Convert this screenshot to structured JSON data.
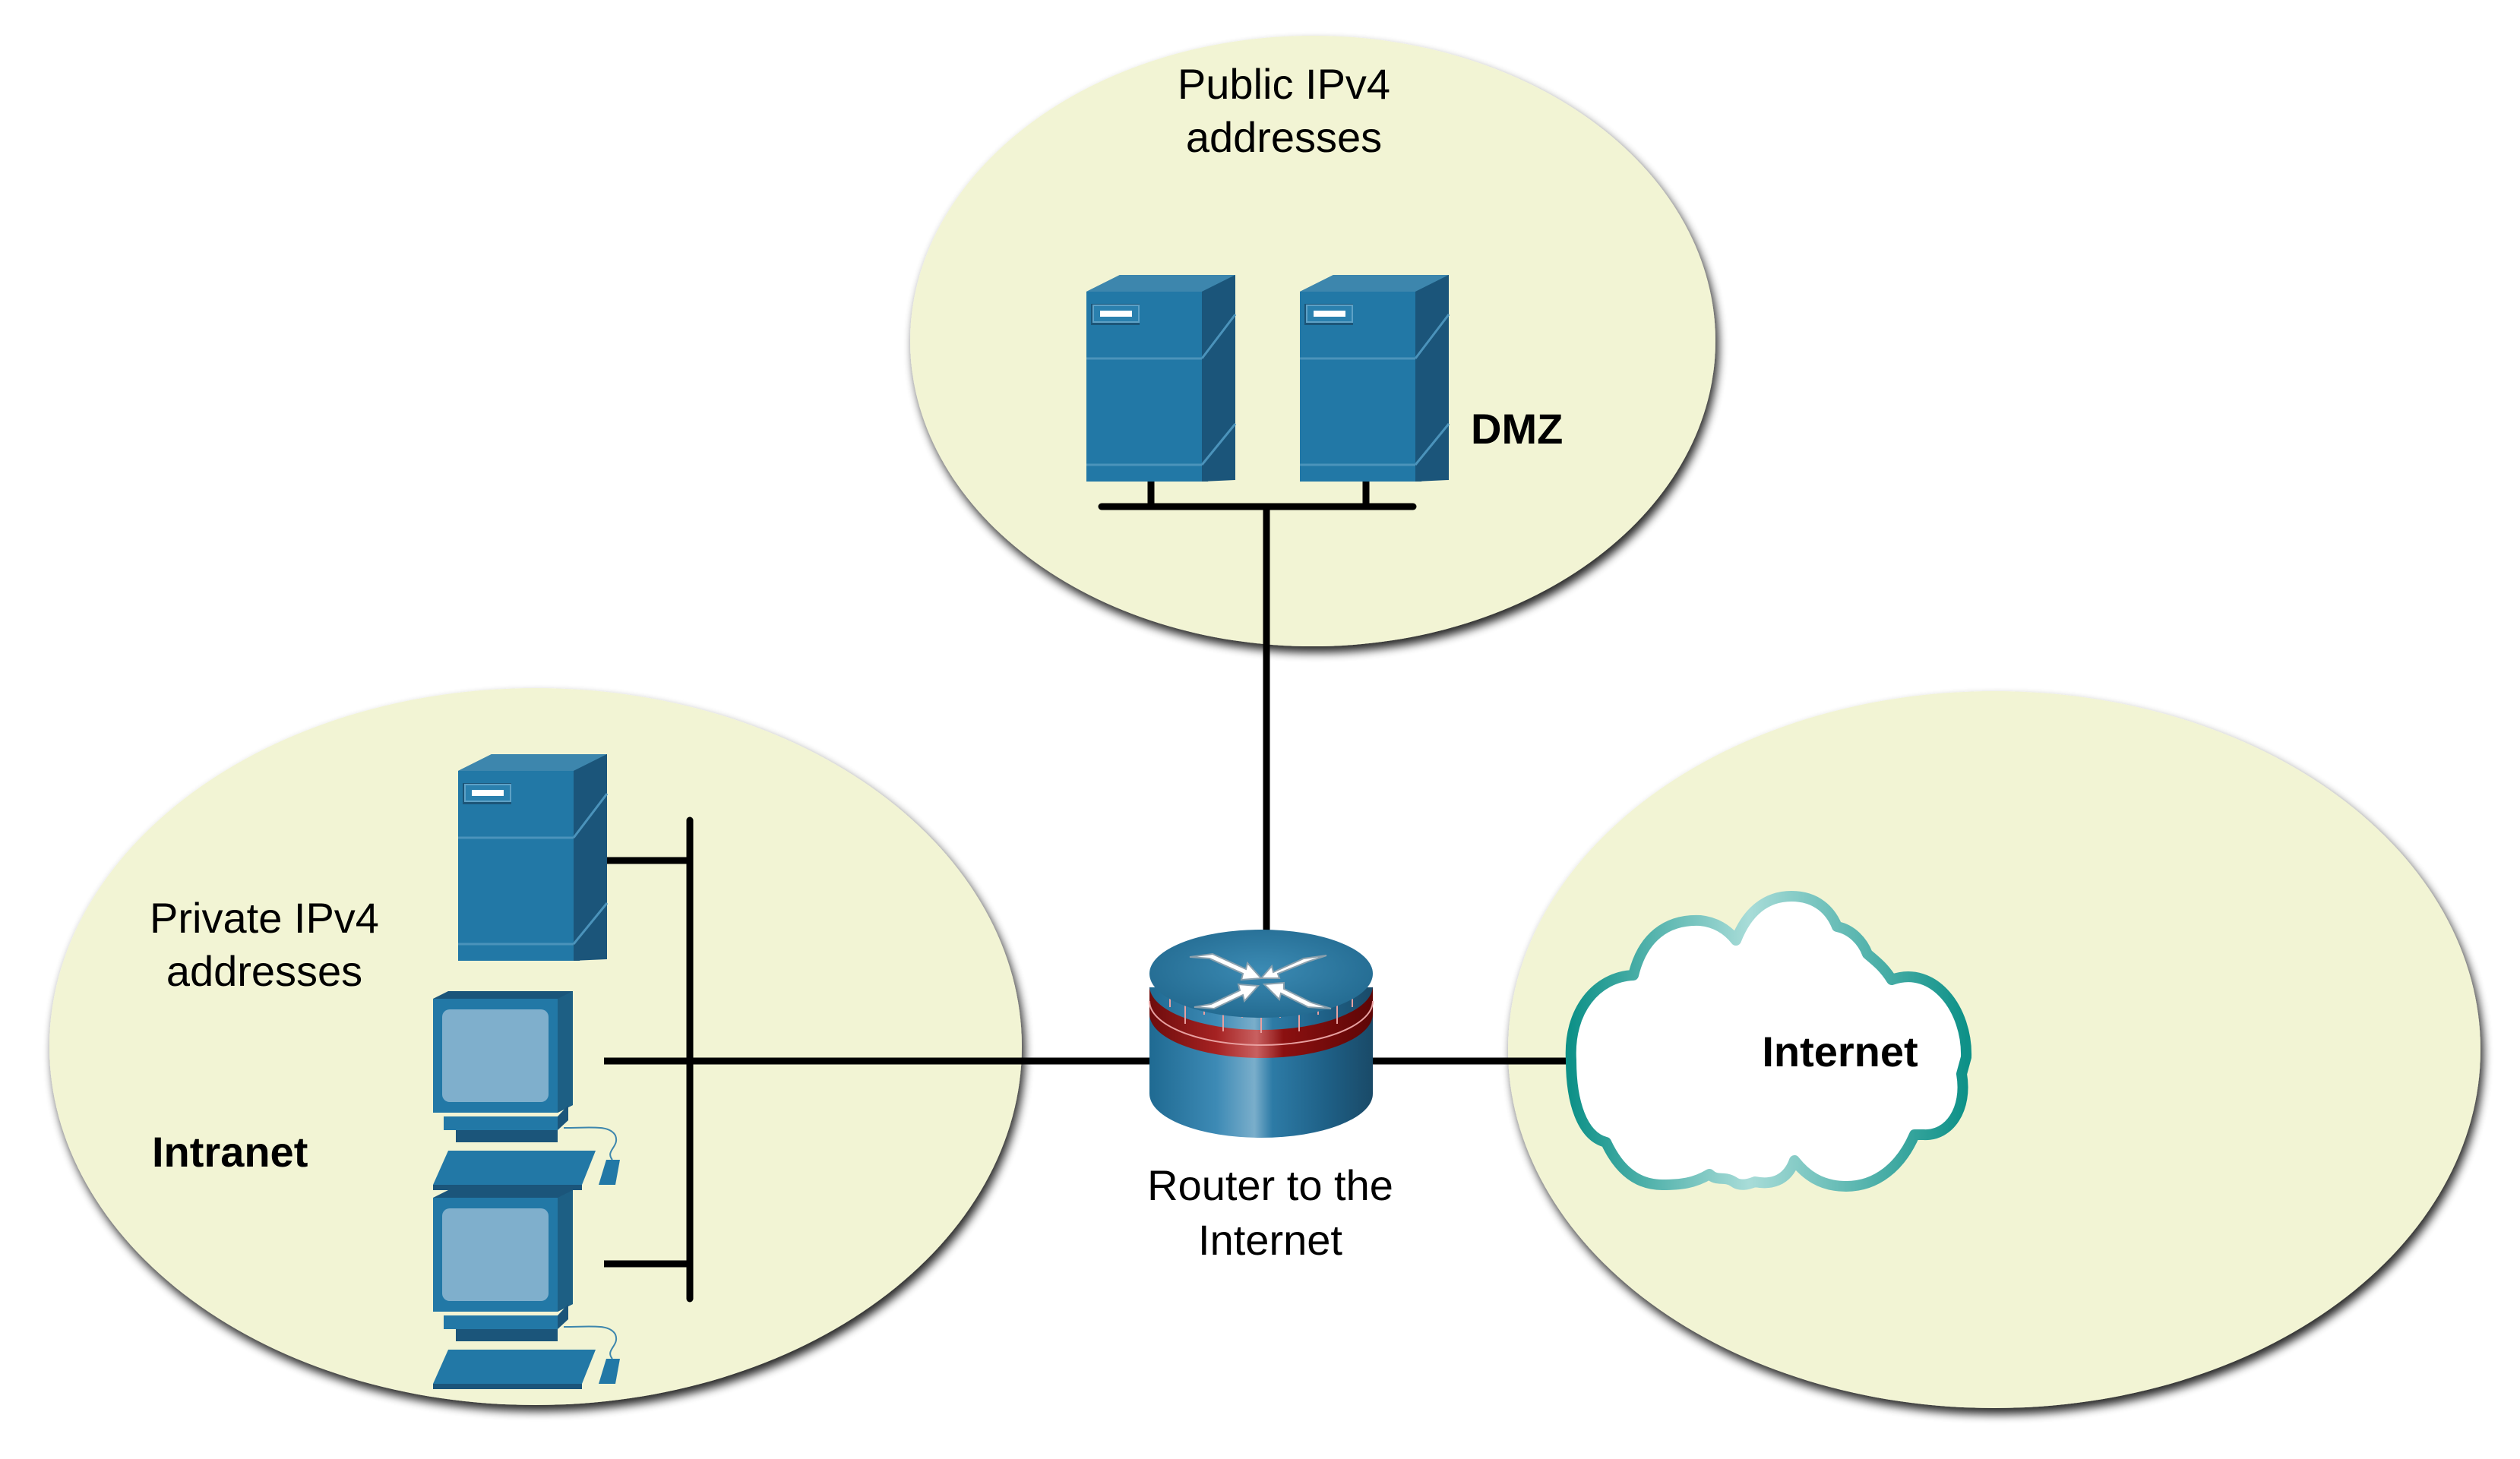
{
  "diagram": {
    "zones": {
      "dmz": {
        "title_line1": "Public IPv4",
        "title_line2": "addresses",
        "name": "DMZ"
      },
      "intranet": {
        "title_line1": "Private IPv4",
        "title_line2": "addresses",
        "name": "Intranet"
      },
      "internet": {
        "name": "Internet"
      }
    },
    "router": {
      "label_line1": "Router to the",
      "label_line2": "Internet"
    },
    "devices": {
      "dmz_servers": 2,
      "intranet_servers": 1,
      "intranet_pcs": 2
    },
    "colors": {
      "zone_fill": "#f2f4d4",
      "device_blue": "#2278a6",
      "cloud_stroke": "#149a90",
      "firewall_red": "#8b1a1a"
    }
  }
}
